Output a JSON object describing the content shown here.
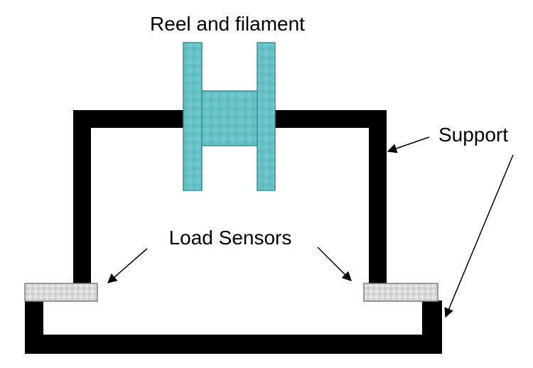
{
  "labels": {
    "reel": "Reel and filament",
    "support": "Support",
    "sensors": "Load Sensors"
  },
  "colors": {
    "frame": "#000000",
    "reel_fill": "#66c2c6",
    "reel_stroke": "#2e8f94",
    "sensor_fill": "#d9d9d9",
    "sensor_stroke": "#7f7f7f",
    "background": "#ffffff"
  }
}
